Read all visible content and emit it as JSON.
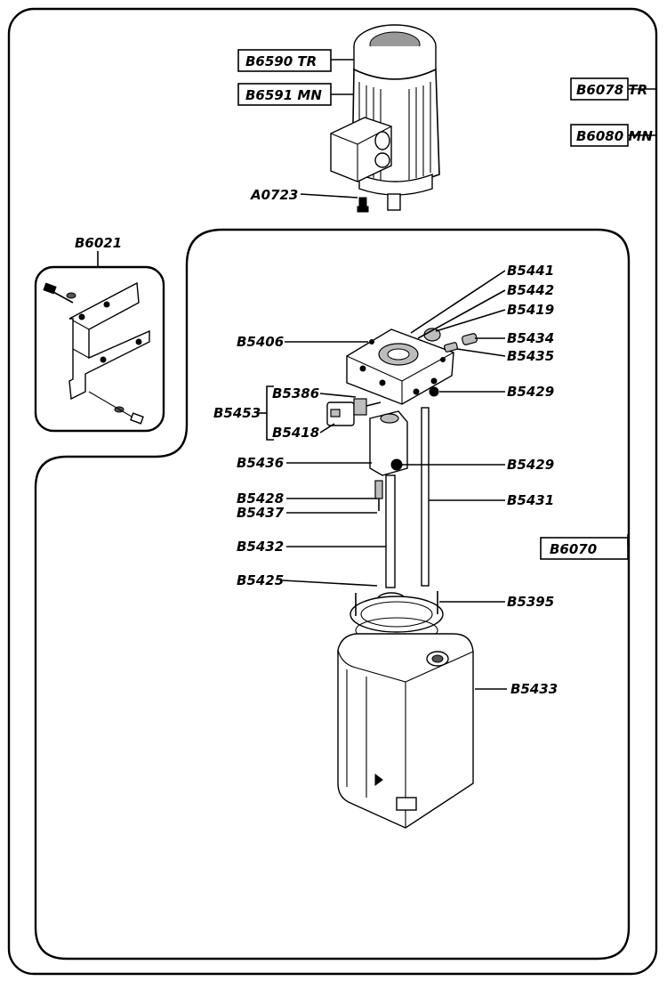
{
  "labels": {
    "motor_tr": "B6590 TR",
    "motor_mn": "B6591 MN",
    "kit_tr": "B6078 TR",
    "kit_mn": "B6080 MN",
    "screw_motor": "A0723",
    "bracket": "B6021",
    "assembly": "B6070",
    "b5441": "B5441",
    "b5442": "B5442",
    "b5419": "B5419",
    "b5434": "B5434",
    "b5435": "B5435",
    "b5406": "B5406",
    "b5386": "B5386",
    "b5453": "B5453",
    "b5418": "B5418",
    "b5429a": "B5429",
    "b5436": "B5436",
    "b5429b": "B5429",
    "b5428": "B5428",
    "b5437": "B5437",
    "b5431": "B5431",
    "b5432": "B5432",
    "b5425": "B5425",
    "b5395": "B5395",
    "b5433": "B5433"
  }
}
